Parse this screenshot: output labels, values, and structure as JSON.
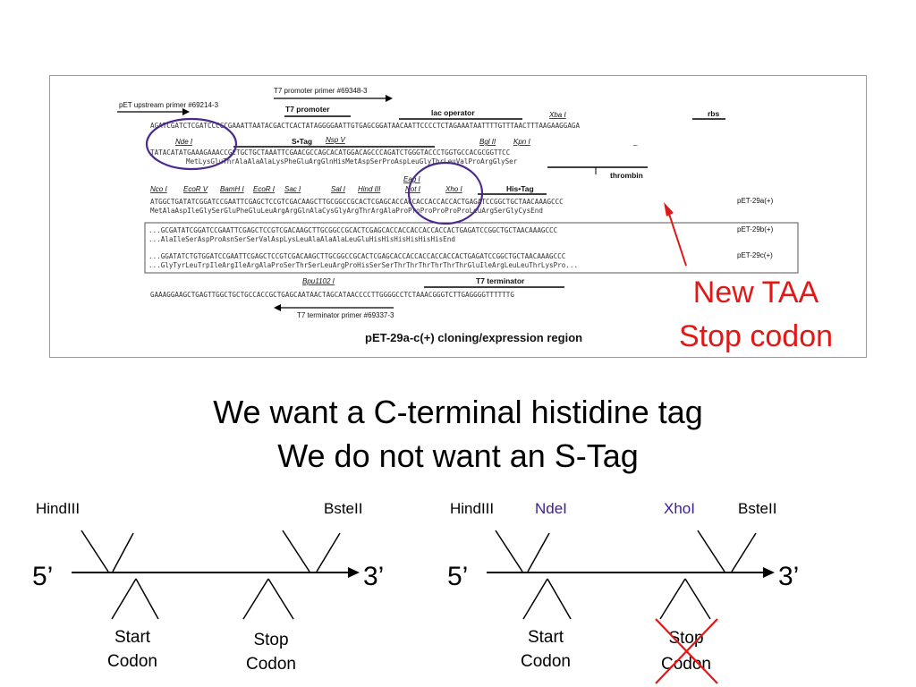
{
  "figure": {
    "title": "pET-29a-c(+) cloning/expression region",
    "primers": {
      "upstream": "pET upstream primer #69214-3",
      "t7_promoter": "T7 promoter primer #69348-3",
      "t7_terminator": "T7 terminator primer #69337-3"
    },
    "features": {
      "t7_promoter": "T7 promoter",
      "lac_operator": "lac operator",
      "xba": "Xba I",
      "rbs": "rbs",
      "nde": "Nde I",
      "stag": "S•Tag",
      "nsp": "Nsp V",
      "bgl": "Bgl II",
      "kpn": "Kpn I",
      "thrombin": "thrombin",
      "eag": "Eag I",
      "nco": "Nco I",
      "ecorv": "EcoR V",
      "bamh": "BamH I",
      "ecori": "EcoR I",
      "sac": "Sac I",
      "sal": "Sal I",
      "hind": "Hind III",
      "not": "Not I",
      "xho": "Xho I",
      "histag": "His•Tag",
      "bpu": "Bpu1102 I",
      "t7_terminator": "T7 terminator"
    },
    "seq": {
      "line1": "AGATCGATCTCGATCCCGCGAAATTAATACGACTCACTATAGGGGAATTGTGAGCGGATAACAATTCCCCTCTAGAAATAATTTTGTTTAACTTTAAGAAGGAGA",
      "line2": "TATACATATGAAAGAAACCGCTGCTGCTAAATTCGAACGCCAGCACATGGACAGCCCAGATCTGGGTACCCTGGTGCCACGCGGTTCC",
      "line3": "MetLysGluThrAlaAlaAlaLysPheGluArgGlnHisMetAspSerProAspLeuGlyThrLeuValProArgGlySer",
      "line4": "ATGGCTGATATCGGATCCGAATTCGAGCTCCGTCGACAAGCTTGCGGCCGCACTCGAGCACCACCACCACCACCACTGAGATCCGGCTGCTAACAAAGCCC",
      "line5": "MetAlaAspIleGlySerGluPheGluLeuArgArgGlnAlaCysGlyArgThrArgAlaProProProProProProLeuArgSerGlyCysEnd",
      "line6": "...GCGATATCGGATCCGAATTCGAGCTCCGTCGACAAGCTTGCGGCCGCACTCGAGCACCACCACCACCACCACTGAGATCCGGCTGCTAACAAAGCCC",
      "line7": "...AlaIleSerAspProAsnSerSerValAspLysLeuAlaAlaAlaLeuGluHisHisHisHisHisHisEnd",
      "line8": "...GGATATCTGTGGATCCGAATTCGAGCTCCGTCGACAAGCTTGCGGCCGCACTCGAGCACCACCACCACCACCACTGAGATCCGGCTGCTAACAAAGCCC",
      "line9": "...GlyTyrLeuTrpIleArgIleArgAlaProSerThrSerLeuArgProHisSerSerThrThrThrThrThrThrGluIleArgLeuLeuThrLysPro...",
      "line10": "GAAAGGAAGCTGAGTTGGCTGCTGCCACCGCTGAGCAATAACTAGCATAACCCCTTGGGGCCTCTAAACGGGTCTTGAGGGGTTTTTTG"
    },
    "vectors": {
      "a": "pET-29a(+)",
      "b": "pET-29b(+)",
      "c": "pET-29c(+)"
    }
  },
  "annotation": {
    "line1": "New TAA",
    "line2": "Stop codon",
    "color": "#e01818"
  },
  "headline": {
    "line1": "We want a C-terminal histidine tag",
    "line2": "We do not want an S-Tag"
  },
  "diagrams": {
    "left": {
      "five": "5’",
      "three": "3’",
      "top_left": "HindIII",
      "top_right": "BsteII",
      "bottom_left": "Start\nCodon",
      "bottom_right": "Stop\nCodon"
    },
    "right": {
      "five": "5’",
      "three": "3’",
      "top_left": "HindIII",
      "top_mid1": "NdeI",
      "top_mid2": "XhoI",
      "top_right": "BsteII",
      "bottom_left": "Start\nCodon",
      "bottom_right": "Stop\nCodon",
      "mid_color": "#3c1e8c",
      "cross_color": "#e01818"
    }
  },
  "colors": {
    "circle": "#4b2a8c"
  }
}
